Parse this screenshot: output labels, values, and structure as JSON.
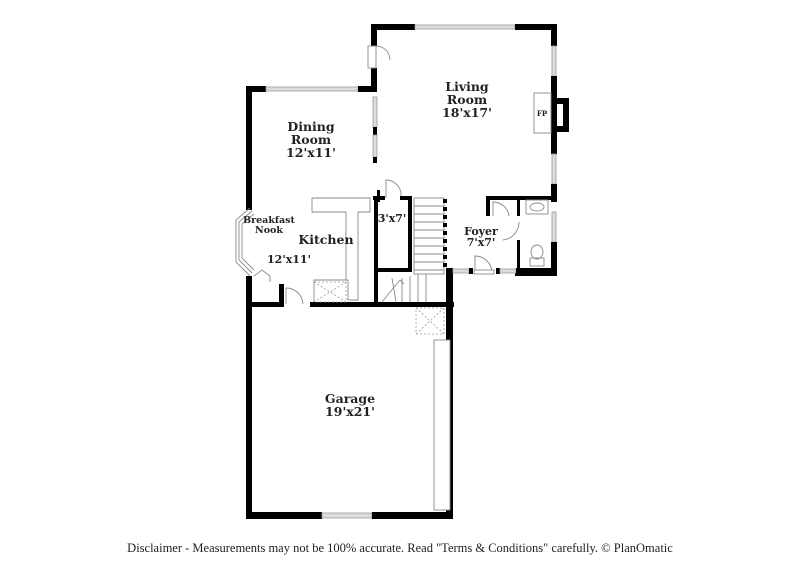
{
  "floorplan": {
    "rooms": {
      "living": {
        "name_line1": "Living",
        "name_line2": "Room",
        "size": "18'x17'"
      },
      "dining": {
        "name_line1": "Dining",
        "name_line2": "Room",
        "size": "12'x11'"
      },
      "breakfast": {
        "name_line1": "Breakfast",
        "name_line2": "Nook"
      },
      "kitchen": {
        "name": "Kitchen",
        "size": "12'x11'"
      },
      "closet": {
        "size": "3'x7'"
      },
      "foyer": {
        "name": "Foyer",
        "size": "7'x7'"
      },
      "garage": {
        "name": "Garage",
        "size": "19'x21'"
      }
    },
    "fixtures": {
      "fireplace": "FP"
    }
  },
  "footer": {
    "disclaimer": "Disclaimer - Measurements may not be 100% accurate. Read \"Terms & Conditions\" carefully. © PlanOmatic"
  }
}
